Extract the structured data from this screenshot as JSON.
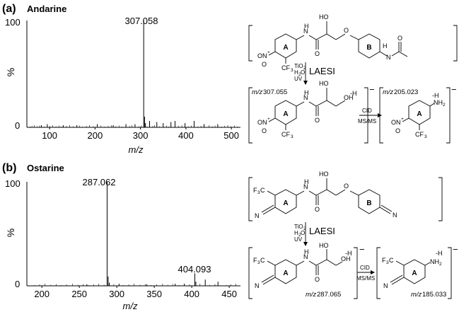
{
  "chart_data": [
    {
      "panel": "(a)",
      "compound": "Andarine",
      "type": "spectrum",
      "ylabel": "%",
      "xlabel": "m/z",
      "y_ticks": [
        "100",
        "0"
      ],
      "xlim": [
        50,
        520
      ],
      "ylim": [
        0,
        100
      ],
      "x_ticks": [
        "100",
        "200",
        "300",
        "400",
        "500"
      ],
      "x_tick_values": [
        100,
        200,
        300,
        400,
        500
      ],
      "peak_label": "307.058",
      "peaks": [
        {
          "x": 307.058,
          "y": 100
        },
        {
          "x": 309,
          "y": 10
        },
        {
          "x": 311,
          "y": 4
        },
        {
          "x": 320,
          "y": 6
        },
        {
          "x": 336,
          "y": 5
        },
        {
          "x": 350,
          "y": 4
        },
        {
          "x": 367,
          "y": 5
        },
        {
          "x": 376,
          "y": 6
        },
        {
          "x": 398,
          "y": 4
        },
        {
          "x": 418,
          "y": 6
        },
        {
          "x": 440,
          "y": 3
        },
        {
          "x": 470,
          "y": 3
        },
        {
          "x": 82,
          "y": 2
        },
        {
          "x": 95,
          "y": 3
        },
        {
          "x": 130,
          "y": 2
        },
        {
          "x": 160,
          "y": 2
        },
        {
          "x": 205,
          "y": 3
        },
        {
          "x": 240,
          "y": 2
        },
        {
          "x": 268,
          "y": 3
        },
        {
          "x": 288,
          "y": 3
        }
      ],
      "noise": [
        57,
        61,
        66,
        73,
        78,
        88,
        101,
        107,
        114,
        121,
        126,
        137,
        144,
        152,
        166,
        172,
        181,
        188,
        196,
        213,
        221,
        229,
        236,
        246,
        253,
        259,
        276,
        281,
        297,
        302,
        315,
        327,
        331,
        342,
        357,
        362,
        384,
        391,
        405,
        412,
        426,
        433,
        451,
        458,
        464,
        478,
        485,
        492,
        499,
        507,
        513
      ]
    },
    {
      "panel": "(b)",
      "compound": "Ostarine",
      "type": "spectrum",
      "ylabel": "%",
      "xlabel": "m/z",
      "y_ticks": [
        "100",
        "0"
      ],
      "xlim": [
        180,
        465
      ],
      "ylim": [
        0,
        100
      ],
      "x_ticks": [
        "200",
        "250",
        "300",
        "350",
        "400",
        "450"
      ],
      "x_tick_values": [
        200,
        250,
        300,
        350,
        400,
        450
      ],
      "peak_label": "287.062",
      "peak_label2": "404.093",
      "peaks": [
        {
          "x": 287.062,
          "y": 100
        },
        {
          "x": 288.5,
          "y": 9
        },
        {
          "x": 290,
          "y": 3
        },
        {
          "x": 404.093,
          "y": 12
        },
        {
          "x": 405.5,
          "y": 4
        },
        {
          "x": 418,
          "y": 6
        },
        {
          "x": 435,
          "y": 4
        },
        {
          "x": 378,
          "y": 2
        },
        {
          "x": 390,
          "y": 2
        },
        {
          "x": 303,
          "y": 2
        },
        {
          "x": 260,
          "y": 1.5
        },
        {
          "x": 340,
          "y": 1.5
        }
      ],
      "noise": [
        190,
        197,
        204,
        212,
        219,
        226,
        233,
        241,
        248,
        255,
        262,
        269,
        276,
        283,
        296,
        309,
        316,
        323,
        331,
        338,
        346,
        353,
        361,
        368,
        375,
        383,
        397,
        411,
        424,
        431,
        446,
        452,
        459
      ]
    }
  ],
  "schemes": {
    "a": {
      "reagents": [
        "TiO",
        "2",
        "H",
        "2",
        "O",
        "UV"
      ],
      "method": "LAESI",
      "cid": "CID",
      "msms": "MS/MS",
      "ion1_mz": "m/z",
      "ion1_val": "307.055",
      "ion2_mz": "m/z",
      "ion2_val": "205.023",
      "charge": "−",
      "minus_h": "-H",
      "ring_a": "A",
      "ring_b": "B",
      "atoms": {
        "N": "N",
        "H": "H",
        "HO": "HO",
        "O": "O",
        "OH": "OH",
        "CF3": "CF",
        "CF3_sub": "3",
        "NH2": "NH",
        "NH2_sub": "2",
        "Nplus": "N",
        "plus": "+",
        "Ominus": "O",
        "minus_small": "−"
      }
    },
    "b": {
      "reagents": [
        "TiO",
        "2",
        "H",
        "2",
        "O",
        "UV"
      ],
      "method": "LAESI",
      "cid": "CID",
      "msms": "MS/MS",
      "ion1_mz": "m/z",
      "ion1_val": "287.065",
      "ion2_mz": "m/z",
      "ion2_val": "185.033",
      "charge": "−",
      "minus_h": "-H",
      "ring_a": "A",
      "ring_b": "B",
      "atoms": {
        "N": "N",
        "H": "H",
        "HO": "HO",
        "O": "O",
        "OH": "OH",
        "F3C": "F",
        "F3C_sub": "3",
        "F3C_c": "C",
        "NH2": "NH",
        "NH2_sub": "2"
      }
    }
  }
}
